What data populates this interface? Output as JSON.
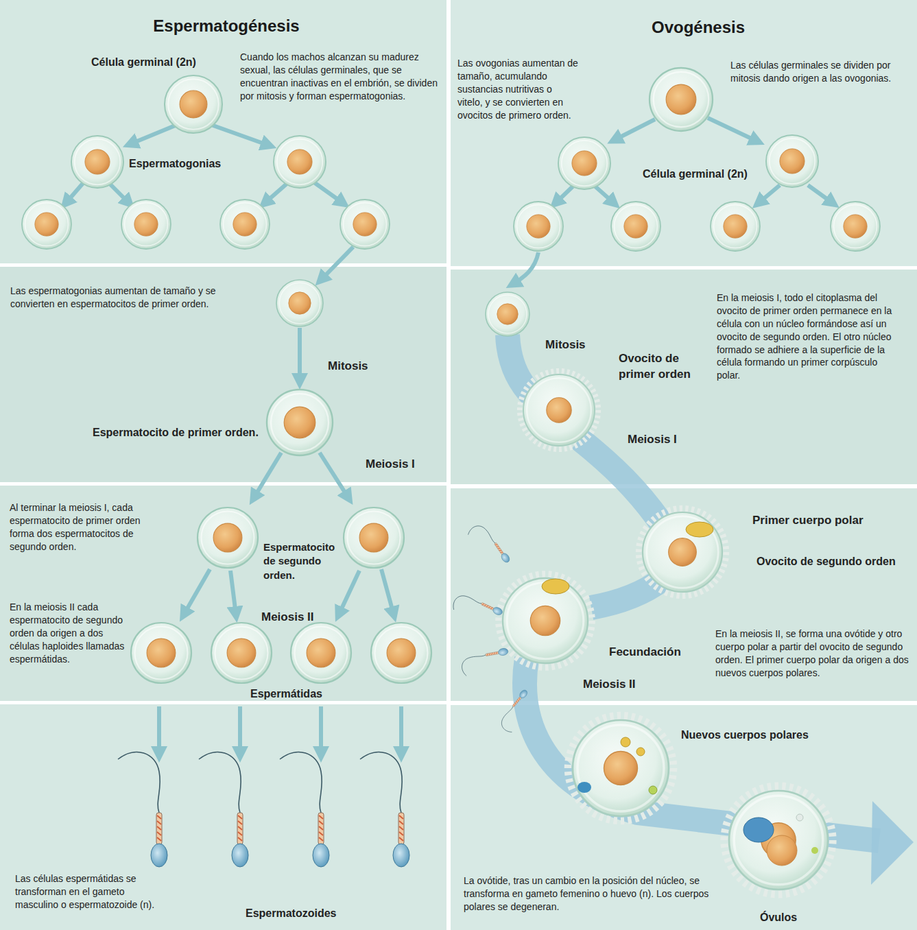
{
  "diagram": {
    "nodes": [
      {
        "text": [
          "Espermatogénesis"
        ]
      },
      {
        "text": [
          "Ovogénesis"
        ]
      }
    ],
    "labels": [
      "Célula germinal (2n)",
      "Cuando los machos alcanzan su madurez sexual, las células germinales, que se encuentran inactivas en el embrión, se dividen por mitosis y forman espermatogonias.",
      "Espermatogonias",
      "Las espermatogonias aumentan de tamaño y se convierten en espermatocitos de primer orden.",
      "Mitosis",
      "Espermatocito de primer orden.",
      "Meiosis I",
      "Al terminar la meiosis I, cada espermatocito de primer orden forma dos espermatocitos de segundo orden.",
      "Espermatocito de segundo orden.",
      "En la meiosis II cada espermatocito de segundo orden da origen a dos células haploides llamadas espermátidas.",
      "Meiosis II",
      "Espermátidas",
      "Las células espermátidas se transforman en el gameto masculino o espermatozoide (n).",
      "Espermatozoides",
      "Las ovogonias aumentan de tamaño, acumulando sustancias nutritivas o vitelo, y se convierten en ovocitos de primero orden.",
      "Las células germinales se dividen por mitosis dando origen a las ovogonias.",
      "Célula germinal (2n)",
      "En la meiosis I, todo el citoplasma del ovocito de primer orden permanece en la célula con un núcleo formándose así un ovocito de segundo orden. El otro núcleo formado se adhiere a la superficie de la célula formando un primer corpúsculo polar.",
      "Mitosis",
      "Ovocito de primer orden",
      "Meiosis I",
      "Primer cuerpo polar",
      "Ovocito de segundo orden",
      "Fecundación",
      "Meiosis II",
      "En la meiosis II, se forma una ovótide y otro cuerpo polar a partir del ovocito de segundo orden. El primer cuerpo polar da origen a dos nuevos cuerpos polares.",
      "Nuevos cuerpos polares",
      "La ovótide, tras un cambio en la posición del núcleo, se transforma en gameto femenino o huevo (n). Los cuerpos polares se degeneran.",
      "Óvulos"
    ]
  }
}
